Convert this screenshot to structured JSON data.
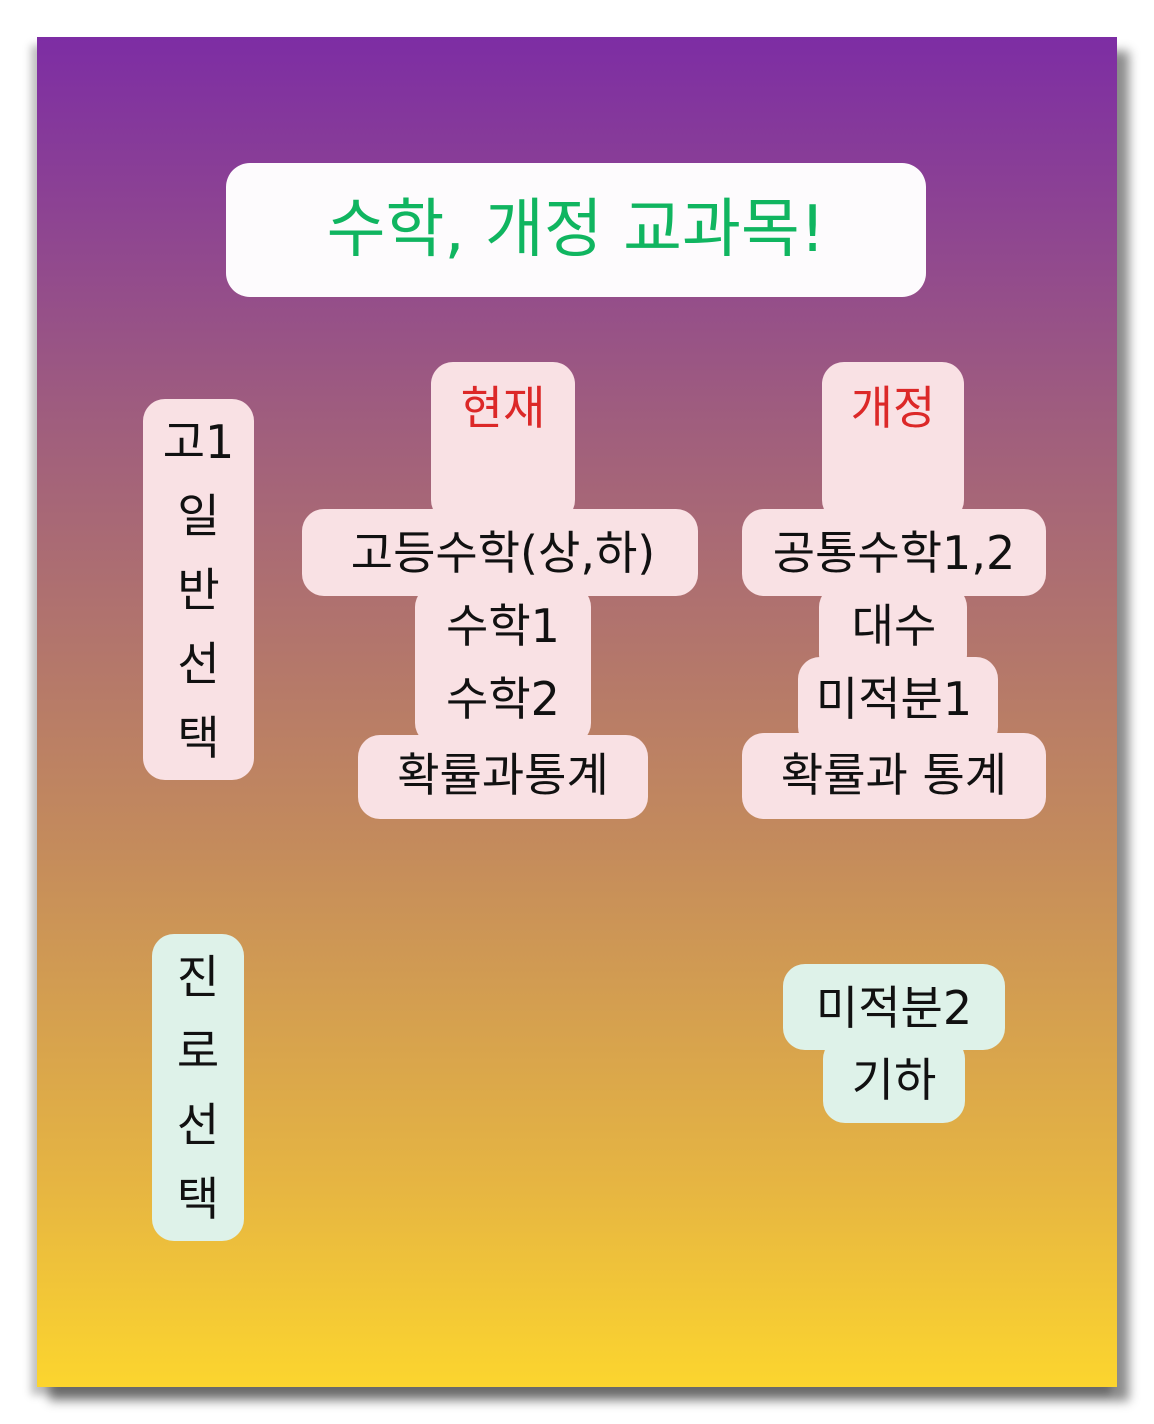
{
  "title": "수학, 개정 교과목!",
  "groups": {
    "general": {
      "chars": [
        "고1",
        "일",
        "반",
        "선",
        "택"
      ]
    },
    "career": {
      "chars": [
        "진",
        "로",
        "선",
        "택"
      ]
    }
  },
  "current": {
    "heading": "현재",
    "subjects": [
      "고등수학(상,하)",
      "수학1",
      "수학2",
      "확률과통계"
    ]
  },
  "revised": {
    "heading": "개정",
    "subjects": [
      "공통수학1,2",
      "대수",
      "미적분1",
      "확률과 통계"
    ],
    "career_subjects": [
      "미적분2",
      "기하"
    ]
  },
  "colors": {
    "gradient_top": "#7d2da4",
    "gradient_bottom": "#fcd52e",
    "title_text": "#10b560",
    "heading_text": "#dc2828",
    "pink_box": "#f9e1e4",
    "mint_box": "#def2e9"
  }
}
